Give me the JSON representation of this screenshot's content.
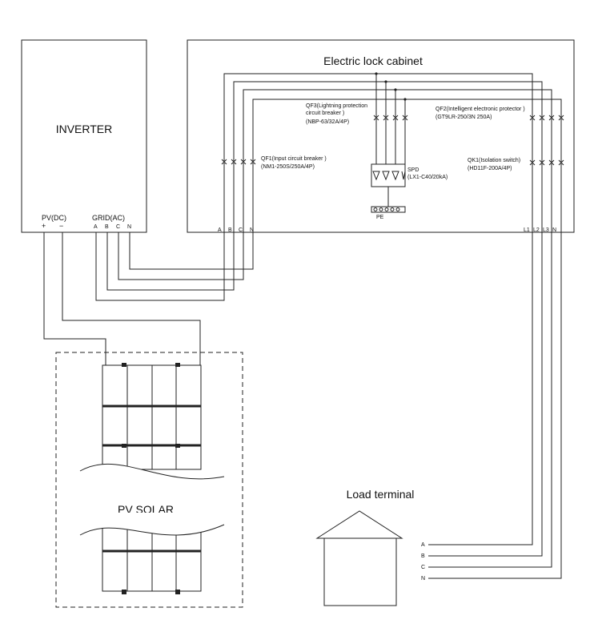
{
  "inverter": {
    "title": "INVERTER",
    "pv_label": "PV(DC)",
    "pv_plus": "+",
    "pv_minus": "−",
    "grid_label": "GRID(AC)",
    "terminals": [
      "A",
      "B",
      "C",
      "N"
    ]
  },
  "cabinet": {
    "title": "Electric lock cabinet",
    "qf3": {
      "name_line1": "QF3(Lightning protection",
      "name_line2": "circuit breaker )",
      "model": "(NBP-63/32A/4P)"
    },
    "qf2": {
      "name": "QF2(Intelligent electronic protector )",
      "model": "(GT9LR-250/3N 250A)"
    },
    "qf1": {
      "name": "QF1(Input circuit breaker )",
      "model": "(NM1-250S/250A/4P)"
    },
    "qk1": {
      "name": "QK1(Isolation switch)",
      "model": "(HD11F-200A/4P)"
    },
    "spd": {
      "name": "SPD",
      "model": "(LX1-C40/20kA)"
    },
    "pe_label": "PE",
    "input_terminals": [
      "A",
      "B",
      "C",
      "N"
    ],
    "output_terminals": [
      "L1",
      "L2",
      "L3",
      "N"
    ]
  },
  "pv_solar": {
    "title": "PV SOLAR"
  },
  "load": {
    "title": "Load terminal",
    "terminals": [
      "A",
      "B",
      "C",
      "N"
    ]
  }
}
